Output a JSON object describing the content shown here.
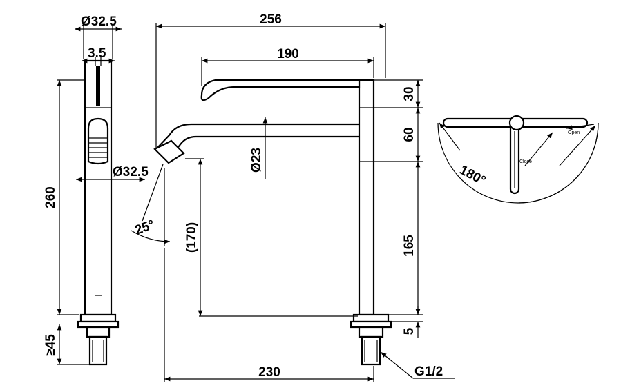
{
  "side_view": {
    "top_diameter": "Ø32.5",
    "handle_width": "3.5",
    "body_diameter": "Ø32.5",
    "total_height": "260",
    "min_thread": "≥45"
  },
  "front_view": {
    "overall_width": "256",
    "handle_length": "190",
    "spout_diameter": "Ø23",
    "spout_angle": "25°",
    "spout_height": "(170)",
    "dim_30": "30",
    "dim_60": "60",
    "dim_165": "165",
    "dim_5": "5",
    "base_width": "230",
    "thread": "G1/2"
  },
  "top_view": {
    "rotation": "180°",
    "open_label": "Open",
    "close_label": "Close"
  }
}
